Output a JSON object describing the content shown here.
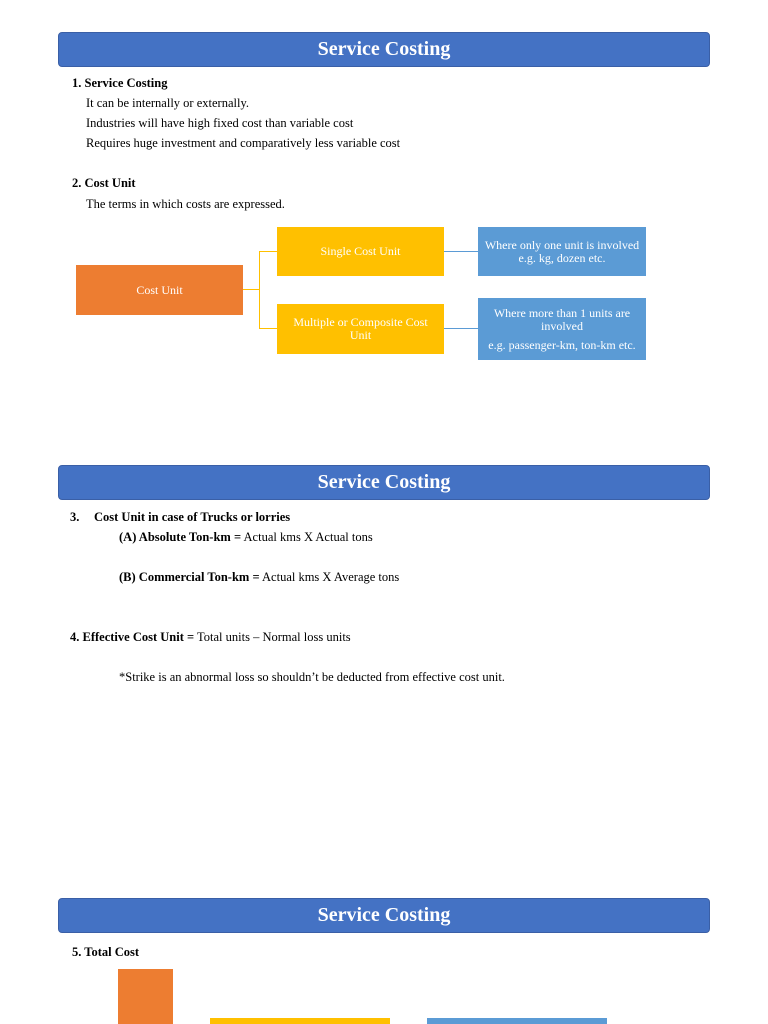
{
  "slides": [
    {
      "title": "Service Costing"
    },
    {
      "title": "Service Costing"
    },
    {
      "title": "Service Costing"
    }
  ],
  "s1": {
    "h1": "1. Service Costing",
    "lines": [
      "It can be internally or externally.",
      "Industries will have high fixed cost than variable cost",
      "Requires huge investment and comparatively less variable cost"
    ],
    "h2": "2. Cost Unit",
    "h2_desc": "The terms in which costs are expressed.",
    "diagram": {
      "root": "Cost Unit",
      "single": "Single Cost Unit",
      "single_desc": "Where only one unit is involved e.g. kg, dozen etc.",
      "multiple": "Multiple or Composite Cost Unit",
      "multiple_desc_1": "Where more than 1 units are involved",
      "multiple_desc_2": "e.g. passenger-km, ton-km etc."
    }
  },
  "s2": {
    "h3_num": "3.",
    "h3": "Cost Unit in case of Trucks or lorries",
    "a_label": "(A) Absolute Ton-km =",
    "a_value": "Actual kms X Actual tons",
    "b_label": "(B) Commercial Ton-km =",
    "b_value": "Actual kms X Average tons",
    "h4_label": "4.  Effective Cost Unit =",
    "h4_value": "Total units – Normal loss units",
    "note": "*Strike is an abnormal loss so shouldn’t be deducted from effective cost unit."
  },
  "s3": {
    "h5": "5. Total Cost"
  },
  "colors": {
    "banner": "#4472c4",
    "orange": "#ed7d31",
    "yellow": "#ffc000",
    "blue": "#5b9bd5"
  }
}
